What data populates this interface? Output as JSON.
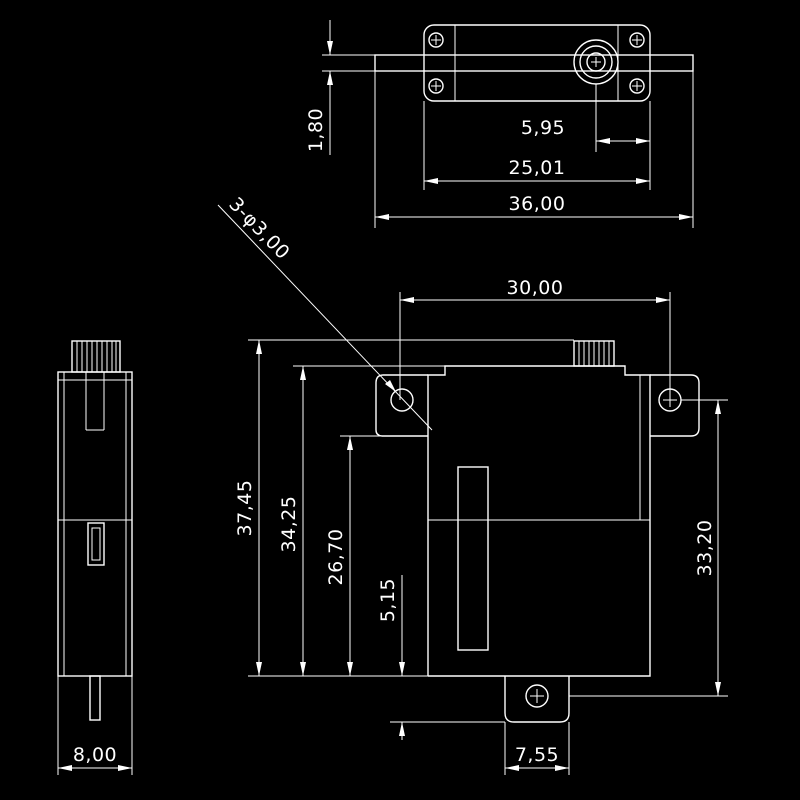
{
  "diagram": {
    "background": "#000000",
    "line_color": "#ffffff",
    "dimensions": {
      "top_thickness": "1,80",
      "top_center_offset": "5,95",
      "top_hole_spacing": "25,01",
      "top_overall_width": "36,00",
      "hole_callout": "3-φ3,00",
      "front_hole_spacing": "30,00",
      "overall_height": "37,45",
      "body_height": "34,25",
      "gear_height": "26,70",
      "bottom_offset": "5,15",
      "side_hole_height": "33,20",
      "bottom_tab_width": "7,55",
      "side_width": "8,00"
    }
  }
}
